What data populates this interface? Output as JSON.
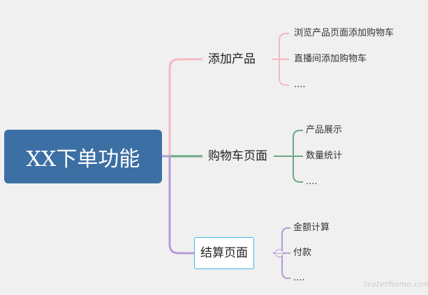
{
  "root": {
    "label": "XX下单功能"
  },
  "branches": [
    {
      "label": "添加产品",
      "color": "#f4b8c1",
      "children": [
        "浏览产品页面添加购物车",
        "直播间添加购物车",
        "...."
      ]
    },
    {
      "label": "购物车页面",
      "color": "#6aa886",
      "children": [
        "产品展示",
        "数量统计",
        "...."
      ]
    },
    {
      "label": "结算页面",
      "color": "#b69ad8",
      "selected_border": "#3eb5e6",
      "children": [
        "金额计算",
        "付款",
        "...."
      ]
    }
  ],
  "watermark": "testerhome.com"
}
